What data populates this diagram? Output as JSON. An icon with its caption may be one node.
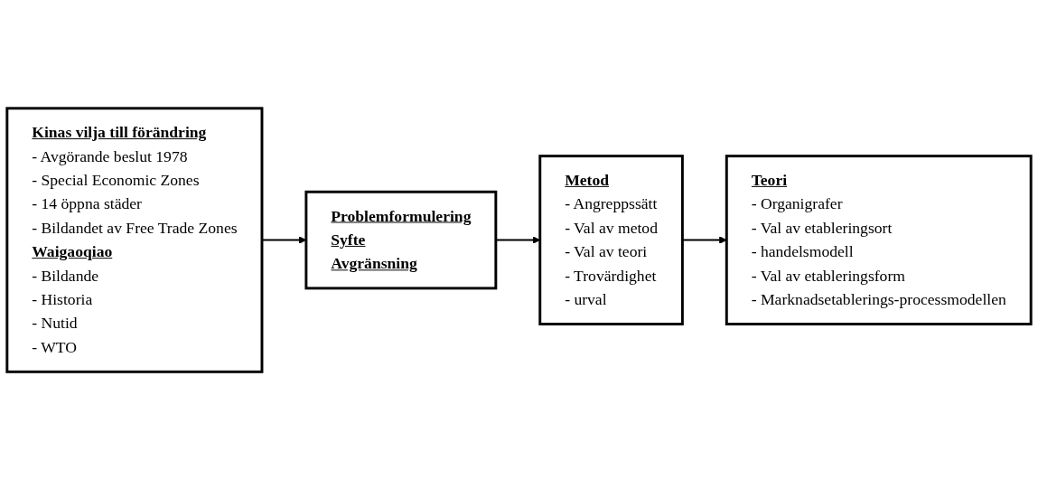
{
  "diagram": {
    "nodes": [
      {
        "text": [
          "Kinas vilja till förändring",
          "- Avgörande beslut 1978",
          "- Special Economic Zones",
          "- 14 öppna städer",
          "- Bildandet av Free Trade Zones",
          "Waigaoqiao",
          "- Bildande",
          "- Historia",
          "- Nutid",
          "- WTO"
        ]
      },
      {
        "text": [
          "Problemformulering",
          "Syfte",
          "Avgränsning"
        ]
      },
      {
        "text": [
          "Metod",
          "- Angreppssätt",
          "- Val av metod",
          "- Val av teori",
          "- Trovärdighet",
          "- urval"
        ]
      },
      {
        "text": [
          "Teori",
          "- Organigrafer",
          "- Val av etableringsort",
          "- handelsmodell",
          "- Val av etableringsform",
          "- Marknadsetablerings-processmodellen"
        ]
      }
    ],
    "edges": [
      {
        "from": 0,
        "to": 1,
        "arrow": "to"
      },
      {
        "from": 1,
        "to": 2,
        "arrow": "to"
      },
      {
        "from": 2,
        "to": 3,
        "arrow": "to"
      }
    ]
  }
}
